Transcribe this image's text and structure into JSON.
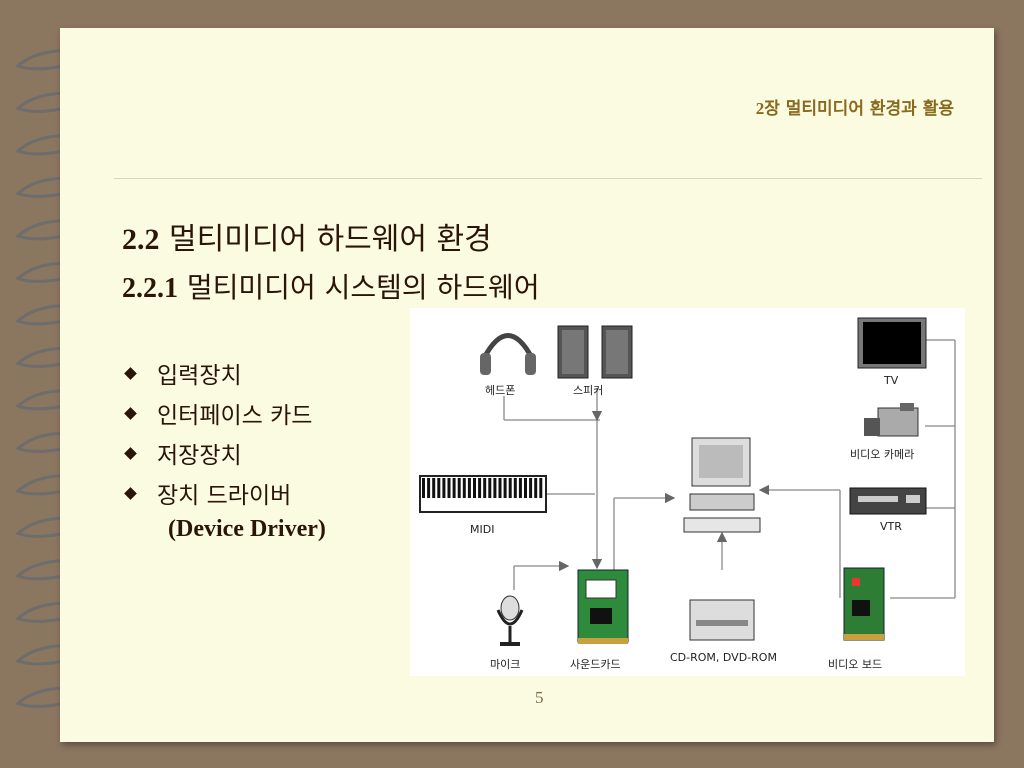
{
  "header": {
    "chapter_num": "2",
    "chapter_title": "장  멀티미디어 환경과 활용"
  },
  "title1": {
    "num": "2.2",
    "text": " 멀티미디어 하드웨어 환경"
  },
  "title2": {
    "num": "2.2.1",
    "text": " 멀티미디어 시스템의 하드웨어"
  },
  "bullets": [
    "입력장치",
    "인터페이스 카드",
    "저장장치",
    "장치 드라이버"
  ],
  "sub_note": "(Device Driver)",
  "diagram": {
    "labels": {
      "headphone": "헤드폰",
      "speaker": "스피커",
      "tv": "TV",
      "video_camera": "비디오  카메라",
      "vtr": "VTR",
      "midi": "MIDI",
      "mic": "마이크",
      "sound_card": "사운드카드",
      "cdrom": "CD-ROM,  DVD-ROM",
      "video_board": "비디오  보드"
    }
  },
  "page_number": "5"
}
